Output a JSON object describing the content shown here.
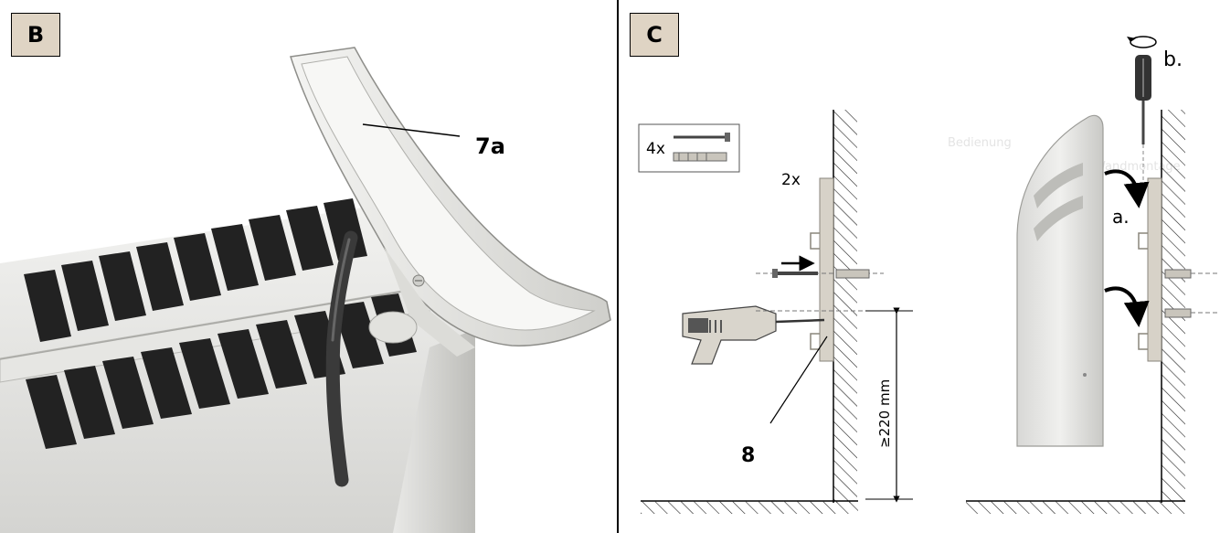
{
  "panel_b": {
    "letter": "B",
    "callout_7a": "7a"
  },
  "panel_c": {
    "letter": "C",
    "screw_count": "4x",
    "bracket_count": "2x",
    "step_a": "a.",
    "step_b": "b.",
    "callout_8": "8",
    "height_dimension": "≥220 mm"
  },
  "icons": [
    "rotate-arrow-icon",
    "insert-arrow-icon",
    "curved-arrow-icon"
  ],
  "colors": {
    "badge_fill": "#dfd4c4",
    "housing": "#e8e8e6",
    "grille_slot": "#222222",
    "cable": "#3a3a3a",
    "bracket": "#d7d2c8"
  }
}
